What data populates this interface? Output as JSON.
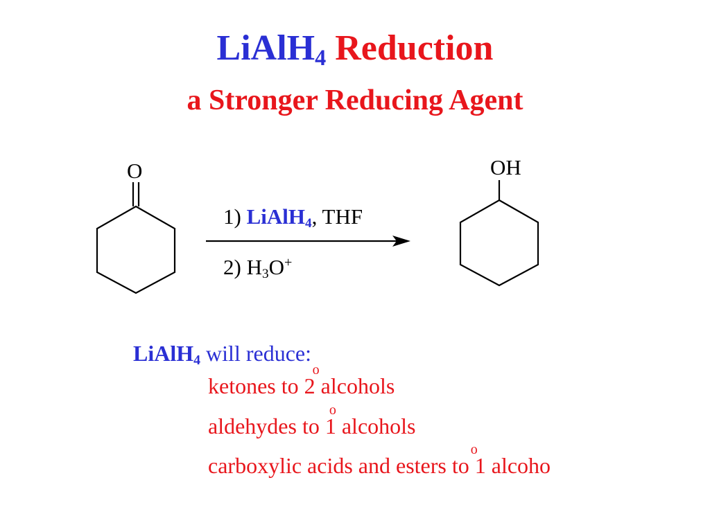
{
  "title": {
    "reagent_main": "LiAlH",
    "reagent_sub": "4",
    "word": "Reduction"
  },
  "subtitle": "a Stronger Reducing Agent",
  "reaction": {
    "reactant_atom": "O",
    "product_atom": "OH",
    "step1": {
      "prefix": "1) ",
      "reagent_main": "LiAlH",
      "reagent_sub": "4",
      "suffix": ", THF"
    },
    "step2": {
      "prefix": "2) H",
      "sub": "3",
      "mid": "O",
      "sup": "+"
    }
  },
  "info": {
    "reagent_main": "LiAlH",
    "reagent_sub": "4",
    "intro": " will reduce:",
    "items": [
      {
        "before": "ketones to 2",
        "degree": "o",
        "after": " alcohols"
      },
      {
        "before": "aldehydes to 1",
        "degree": "o",
        "after": " alcohols"
      },
      {
        "before": "carboxylic acids and esters to 1",
        "degree": "o",
        "after": " alcoho"
      }
    ]
  },
  "colors": {
    "blue": "#2a2fd4",
    "red": "#e8161c",
    "black": "#000000"
  }
}
